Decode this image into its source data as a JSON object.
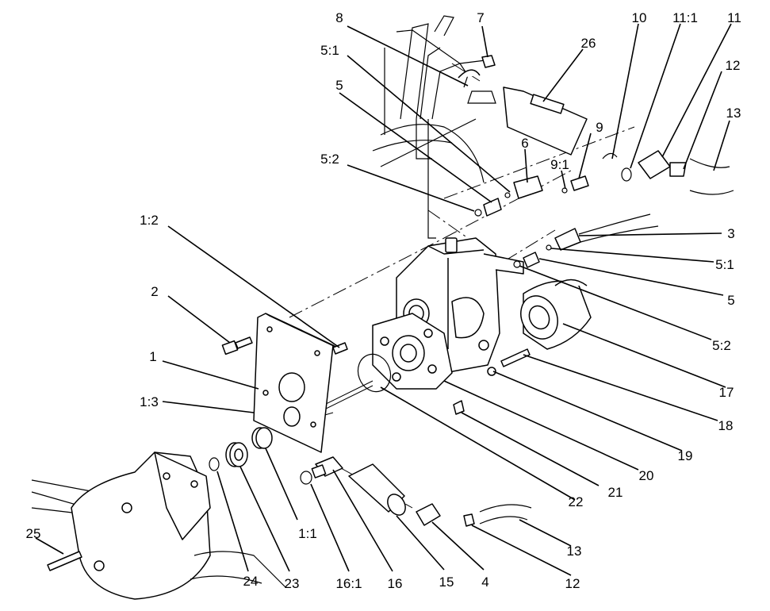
{
  "diagram": {
    "callouts": [
      "8",
      "7",
      "10",
      "11:1",
      "11",
      "26",
      "5:1",
      "12",
      "5",
      "13",
      "9",
      "6",
      "9:1",
      "5:2",
      "3",
      "1:2",
      "5:1",
      "5",
      "2",
      "1",
      "5:2",
      "17",
      "1:3",
      "18",
      "19",
      "20",
      "21",
      "22",
      "1:1",
      "25",
      "13",
      "24",
      "23",
      "16:1",
      "16",
      "15",
      "4",
      "12"
    ]
  }
}
